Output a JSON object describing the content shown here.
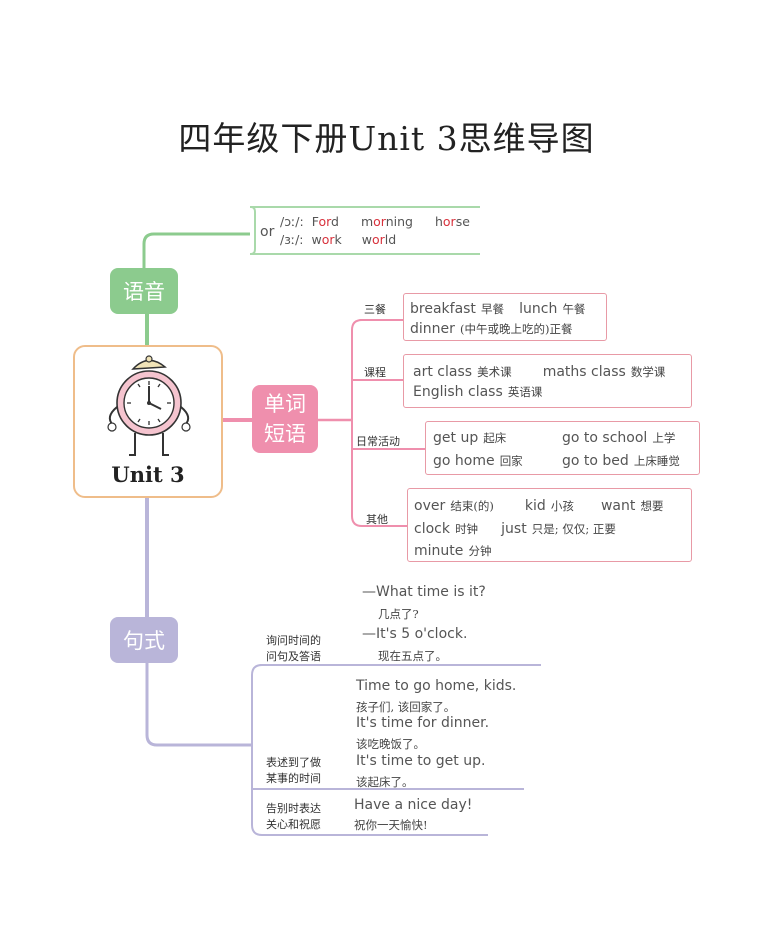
{
  "title": "四年级下册Unit 3思维导图",
  "center": {
    "label": "Unit 3"
  },
  "colors": {
    "phonics": "#8ccb8e",
    "vocab": "#ef8fad",
    "sentences": "#b9b5d9",
    "center_border": "#efbd8a",
    "highlight": "#d8313c"
  },
  "phonics": {
    "node": "语音",
    "letters": "or",
    "row1": {
      "ipa": "/ɔː/:",
      "w1_pre": "F",
      "w1_hl": "or",
      "w1_post": "d",
      "w2_pre": "m",
      "w2_hl": "or",
      "w2_post": "ning",
      "w3_pre": "h",
      "w3_hl": "or",
      "w3_post": "se"
    },
    "row2": {
      "ipa": "/ɜː/:",
      "w1_pre": "w",
      "w1_hl": "or",
      "w1_post": "k",
      "w2_pre": "w",
      "w2_hl": "or",
      "w2_post": "ld"
    }
  },
  "vocab": {
    "node_line1": "单词",
    "node_line2": "短语",
    "meals": {
      "cat": "三餐",
      "i1_en": "breakfast",
      "i1_cn": "早餐",
      "i2_en": "lunch",
      "i2_cn": "午餐",
      "i3_en": "dinner",
      "i3_cn": "(中午或晚上吃的)正餐"
    },
    "lessons": {
      "cat": "课程",
      "i1_en": "art class",
      "i1_cn": "美术课",
      "i2_en": "maths class",
      "i2_cn": "数学课",
      "i3_en": "English class",
      "i3_cn": "英语课"
    },
    "daily": {
      "cat": "日常活动",
      "i1_en": "get up",
      "i1_cn": "起床",
      "i2_en": "go to school",
      "i2_cn": "上学",
      "i3_en": "go home",
      "i3_cn": "回家",
      "i4_en": "go to bed",
      "i4_cn": "上床睡觉"
    },
    "others": {
      "cat": "其他",
      "i1_en": "over",
      "i1_cn": "结束(的)",
      "i2_en": "kid",
      "i2_cn": "小孩",
      "i3_en": "want",
      "i3_cn": "想要",
      "i4_en": "clock",
      "i4_cn": "时钟",
      "i5_en": "just",
      "i5_cn": "只是; 仅仅; 正要",
      "i6_en": "minute",
      "i6_cn": "分钟"
    }
  },
  "sentences": {
    "node": "句式",
    "ask": {
      "cat_line1": "询问时间的",
      "cat_line2": "问句及答语",
      "q_en": "—What time is it?",
      "q_cn": "几点了?",
      "a_en": "—It's 5 o'clock.",
      "a_cn": "现在五点了。"
    },
    "time_to": {
      "cat_line1": "表述到了做",
      "cat_line2": "某事的时间",
      "s1_en": "Time to go home, kids.",
      "s1_cn": "孩子们, 该回家了。",
      "s2_en": "It's time for dinner.",
      "s2_cn": "该吃晚饭了。",
      "s3_en": "It's time to get up.",
      "s3_cn": "该起床了。"
    },
    "farewell": {
      "cat_line1": "告别时表达",
      "cat_line2": "关心和祝愿",
      "s1_en": "Have a nice day!",
      "s1_cn": "祝你一天愉快!"
    }
  }
}
